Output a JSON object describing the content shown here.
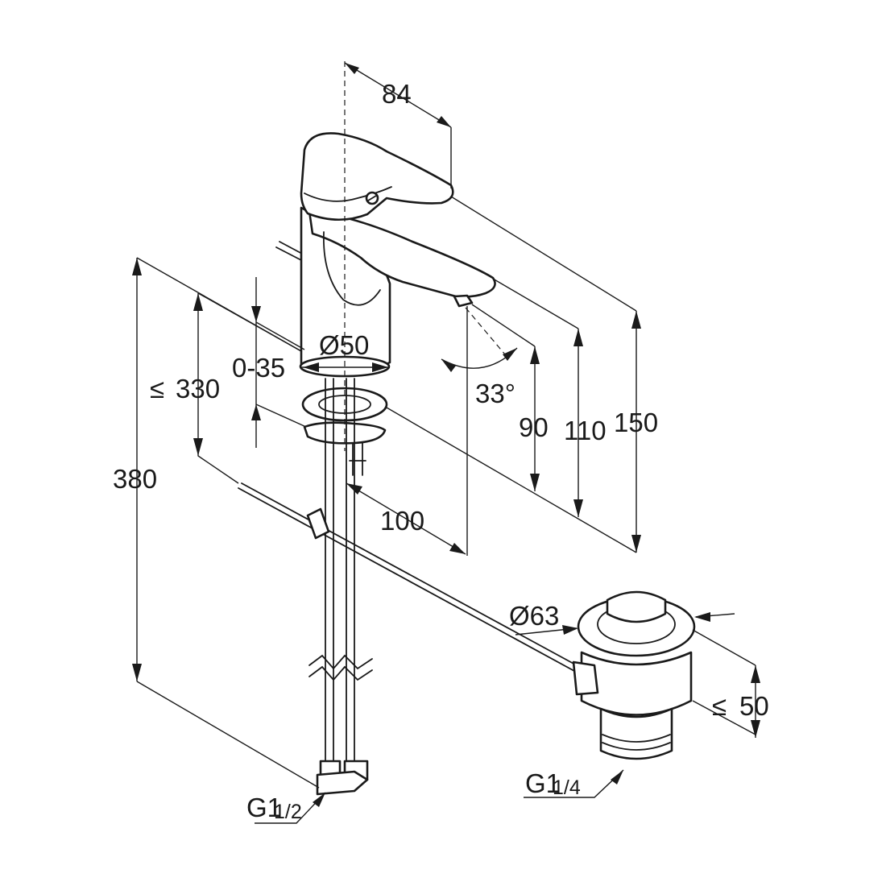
{
  "dimensions": {
    "d84": "84",
    "d150": "150",
    "d110": "110",
    "d90": "90",
    "d50dia": "Ø50",
    "d0_35": "0-35",
    "d330": "330",
    "d330_symbol": "≤",
    "d380": "380",
    "d100": "100",
    "d33deg": "33°",
    "d63dia": "Ø63",
    "d50": "50",
    "d50_symbol": "≤"
  },
  "threads": {
    "supply_main": "G1",
    "supply_fraction": "1/2",
    "drain_main": "G1",
    "drain_fraction": "1/4"
  },
  "colors": {
    "line": "#1a1a1a",
    "background": "#ffffff"
  }
}
